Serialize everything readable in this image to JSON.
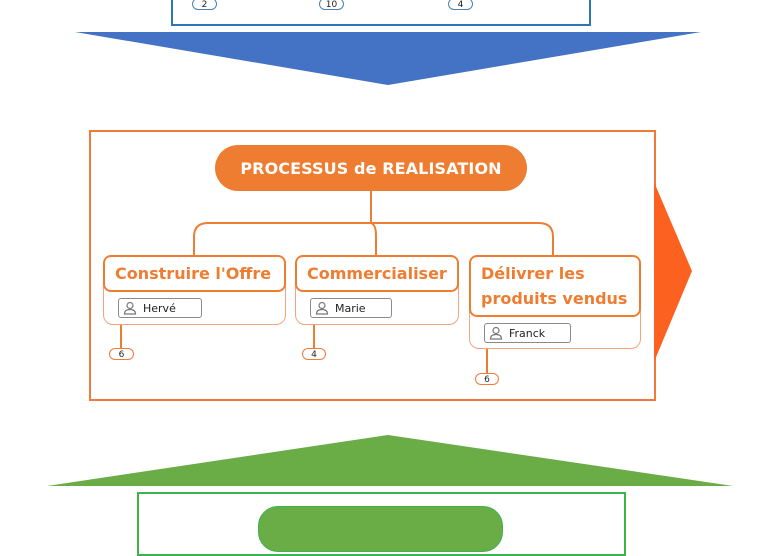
{
  "diagram": {
    "top_section": {
      "color": "#2e75b6",
      "badges": [
        "2",
        "10",
        "4"
      ],
      "arrow": {
        "direction": "down",
        "color": "#4472c4"
      }
    },
    "middle_section": {
      "color": "#ef7d31",
      "root": {
        "label": "PROCESSUS de REALISATION"
      },
      "children": [
        {
          "label": "Construire l'Offre",
          "resource": "Hervé",
          "badge": "6"
        },
        {
          "label": "Commercialiser",
          "resource": "Marie",
          "badge": "4"
        },
        {
          "label": "Délivrer les produits vendus",
          "label_lines": [
            "Délivrer les",
            "produits vendus"
          ],
          "resource": "Franck",
          "badge": "6"
        }
      ],
      "arrow": {
        "direction": "right",
        "color": "#fc6120"
      }
    },
    "bottom_section": {
      "color": "#6aac46",
      "arrow": {
        "direction": "up",
        "color": "#6aac46"
      }
    }
  }
}
